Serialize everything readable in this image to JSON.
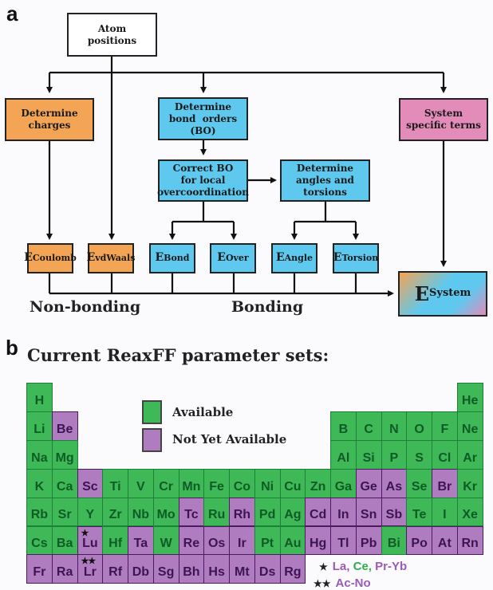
{
  "panel_a": {
    "label": "a",
    "boxes": {
      "atom_positions": [
        "Atom",
        "positions"
      ],
      "determine_charges": [
        "Determine",
        "charges"
      ],
      "determine_bo": [
        "Determine",
        "bond  orders",
        "(BO)"
      ],
      "correct_bo": [
        "Correct BO",
        "for local",
        "overcoordination"
      ],
      "angles_torsions": [
        "Determine",
        "angles and",
        "torsions"
      ],
      "system_specific": [
        "System",
        "specific terms"
      ]
    },
    "energy_terms": [
      {
        "symbol": "E",
        "sub": "Coulomb",
        "group": "non-bonding",
        "color": "#f4a455"
      },
      {
        "symbol": "E",
        "sub": "vdWaals",
        "group": "non-bonding",
        "color": "#f4a455"
      },
      {
        "symbol": "E",
        "sub": "Bond",
        "group": "bonding",
        "color": "#5ec8ef"
      },
      {
        "symbol": "E",
        "sub": "Over",
        "group": "bonding",
        "color": "#5ec8ef"
      },
      {
        "symbol": "E",
        "sub": "Angle",
        "group": "bonding",
        "color": "#5ec8ef"
      },
      {
        "symbol": "E",
        "sub": "Torsion",
        "group": "bonding",
        "color": "#5ec8ef"
      }
    ],
    "system_energy": {
      "symbol": "E",
      "sub": "System"
    },
    "group_labels": {
      "non_bonding": "Non-bonding",
      "bonding": "Bonding"
    }
  },
  "panel_b": {
    "label": "b",
    "title": "Current ReaxFF parameter sets:",
    "legend": {
      "available": {
        "label": "Available",
        "color": "#3fb957"
      },
      "not_available": {
        "label": "Not Yet Available",
        "color": "#b07cc0"
      }
    },
    "rows": [
      [
        [
          "H",
          "A",
          1
        ],
        [
          "He",
          "A",
          18
        ]
      ],
      [
        [
          "Li",
          "A",
          1
        ],
        [
          "Be",
          "N",
          2
        ],
        [
          "B",
          "A",
          13
        ],
        [
          "C",
          "A",
          14
        ],
        [
          "N",
          "A",
          15
        ],
        [
          "O",
          "A",
          16
        ],
        [
          "F",
          "A",
          17
        ],
        [
          "Ne",
          "A",
          18
        ]
      ],
      [
        [
          "Na",
          "A",
          1
        ],
        [
          "Mg",
          "A",
          2
        ],
        [
          "Al",
          "A",
          13
        ],
        [
          "Si",
          "A",
          14
        ],
        [
          "P",
          "A",
          15
        ],
        [
          "S",
          "A",
          16
        ],
        [
          "Cl",
          "A",
          17
        ],
        [
          "Ar",
          "A",
          18
        ]
      ],
      [
        [
          "K",
          "A",
          1
        ],
        [
          "Ca",
          "A",
          2
        ],
        [
          "Sc",
          "N",
          3
        ],
        [
          "Ti",
          "A",
          4
        ],
        [
          "V",
          "A",
          5
        ],
        [
          "Cr",
          "A",
          6
        ],
        [
          "Mn",
          "A",
          7
        ],
        [
          "Fe",
          "A",
          8
        ],
        [
          "Co",
          "A",
          9
        ],
        [
          "Ni",
          "A",
          10
        ],
        [
          "Cu",
          "A",
          11
        ],
        [
          "Zn",
          "A",
          12
        ],
        [
          "Ga",
          "A",
          13
        ],
        [
          "Ge",
          "N",
          14
        ],
        [
          "As",
          "N",
          15
        ],
        [
          "Se",
          "A",
          16
        ],
        [
          "Br",
          "N",
          17
        ],
        [
          "Kr",
          "A",
          18
        ]
      ],
      [
        [
          "Rb",
          "A",
          1
        ],
        [
          "Sr",
          "A",
          2
        ],
        [
          "Y",
          "A",
          3
        ],
        [
          "Zr",
          "A",
          4
        ],
        [
          "Nb",
          "A",
          5
        ],
        [
          "Mo",
          "A",
          6
        ],
        [
          "Tc",
          "N",
          7
        ],
        [
          "Ru",
          "A",
          8
        ],
        [
          "Rh",
          "N",
          9
        ],
        [
          "Pd",
          "A",
          10
        ],
        [
          "Ag",
          "A",
          11
        ],
        [
          "Cd",
          "N",
          12
        ],
        [
          "In",
          "N",
          13
        ],
        [
          "Sn",
          "N",
          14
        ],
        [
          "Sb",
          "N",
          15
        ],
        [
          "Te",
          "A",
          16
        ],
        [
          "I",
          "A",
          17
        ],
        [
          "Xe",
          "A",
          18
        ]
      ],
      [
        [
          "Cs",
          "A",
          1
        ],
        [
          "Ba",
          "A",
          2
        ],
        [
          "Lu",
          "N",
          3,
          "★"
        ],
        [
          "Hf",
          "A",
          4
        ],
        [
          "Ta",
          "N",
          5
        ],
        [
          "W",
          "A",
          6
        ],
        [
          "Re",
          "N",
          7
        ],
        [
          "Os",
          "N",
          8
        ],
        [
          "Ir",
          "N",
          9
        ],
        [
          "Pt",
          "A",
          10
        ],
        [
          "Au",
          "A",
          11
        ],
        [
          "Hg",
          "N",
          12
        ],
        [
          "Tl",
          "N",
          13
        ],
        [
          "Pb",
          "N",
          14
        ],
        [
          "Bi",
          "A",
          15
        ],
        [
          "Po",
          "N",
          16
        ],
        [
          "At",
          "N",
          17
        ],
        [
          "Rn",
          "N",
          18
        ]
      ],
      [
        [
          "Fr",
          "N",
          1
        ],
        [
          "Ra",
          "N",
          2
        ],
        [
          "Lr",
          "N",
          3,
          "★★"
        ],
        [
          "Rf",
          "N",
          4
        ],
        [
          "Db",
          "N",
          5
        ],
        [
          "Sg",
          "N",
          6
        ],
        [
          "Bh",
          "N",
          7
        ],
        [
          "Hs",
          "N",
          8
        ],
        [
          "Mt",
          "N",
          9
        ],
        [
          "Ds",
          "N",
          10
        ],
        [
          "Rg",
          "N",
          11
        ]
      ]
    ],
    "footnotes": [
      {
        "marker": "★",
        "parts": [
          {
            "text": "La, ",
            "status": "N"
          },
          {
            "text": "Ce, ",
            "status": "A"
          },
          {
            "text": "Pr-Yb",
            "status": "N"
          }
        ]
      },
      {
        "marker": "★★",
        "parts": [
          {
            "text": "Ac-No",
            "status": "N"
          }
        ]
      }
    ]
  }
}
